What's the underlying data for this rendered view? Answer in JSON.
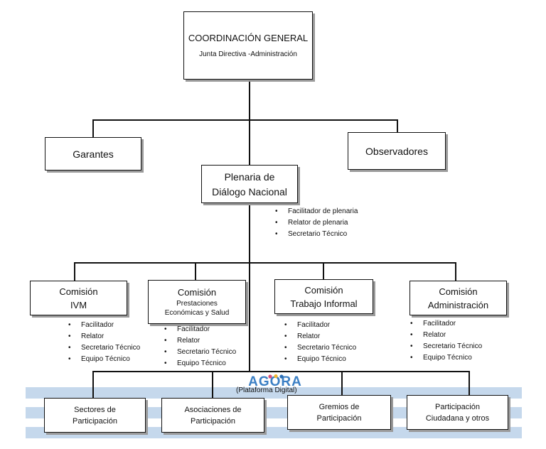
{
  "coordinacion": {
    "title": "COORDINACIÓN GENERAL",
    "subtitle": "Junta Directiva -Administración"
  },
  "garantes": "Garantes",
  "observadores": "Observadores",
  "plenaria": {
    "line1": "Plenaria de",
    "line2": "Diálogo Nacional",
    "roles": [
      "Facilitador de plenaria",
      "Relator de plenaria",
      "Secretario Técnico"
    ]
  },
  "comisiones": [
    {
      "line1": "Comisión",
      "line2": "IVM",
      "roles": [
        "Facilitador",
        "Relator",
        "Secretario Técnico",
        "Equipo Técnico"
      ]
    },
    {
      "line1": "Comisión",
      "line2": "Prestaciones",
      "line3": "Económicas y Salud",
      "roles": [
        "Facilitador",
        "Relator",
        "Secretario Técnico",
        "Equipo Técnico"
      ]
    },
    {
      "line1": "Comisión",
      "line2": "Trabajo Informal",
      "roles": [
        "Facilitador",
        "Relator",
        "Secretario Técnico",
        "Equipo Técnico"
      ]
    },
    {
      "line1": "Comisión",
      "line2": "Administración",
      "roles": [
        "Facilitador",
        "Relator",
        "Secretario Técnico",
        "Equipo Técnico"
      ]
    }
  ],
  "plataforma": {
    "logo_text": "AGORA",
    "label": "(Plataforma Digital)",
    "logo_colors": [
      "#3b7fc4",
      "#2c6fb5",
      "#d94f7a",
      "#3b7fc4",
      "#f2b632"
    ]
  },
  "participacion": [
    {
      "line1": "Sectores de",
      "line2": "Participación"
    },
    {
      "line1": "Asociaciones de",
      "line2": "Participación"
    },
    {
      "line1": "Gremios de",
      "line2": "Participación"
    },
    {
      "line1": "Participación",
      "line2": "Ciudadana y otros"
    }
  ],
  "colors": {
    "stripe": "#c5d8ec",
    "line": "#111111",
    "shadow": "#9a9a9a"
  }
}
